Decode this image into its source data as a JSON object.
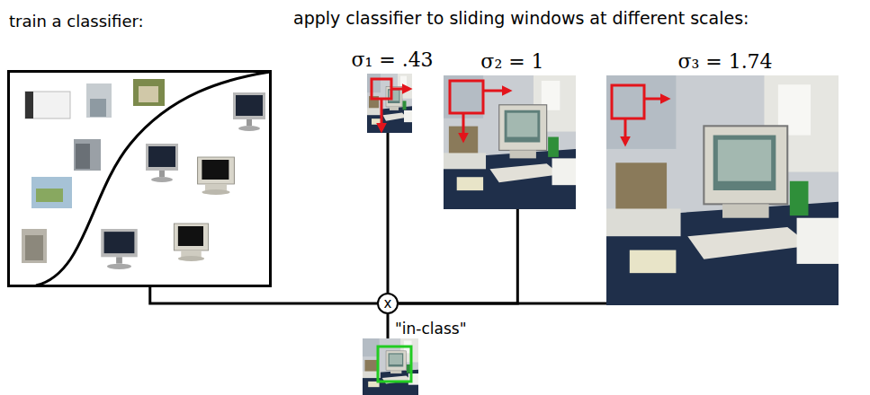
{
  "diagram": {
    "nodes": [
      {
        "text": [
          "train a classifier:"
        ]
      },
      {
        "text": [
          "σ₁ = .43"
        ]
      },
      {
        "text": [
          "σ₂ = 1"
        ]
      },
      {
        "text": [
          "σ₃ = 1.74"
        ]
      },
      {
        "text": [
          "x"
        ]
      },
      {
        "text": [
          "\"in-class\""
        ]
      }
    ],
    "edges": [
      {
        "from": 0,
        "to": 4,
        "arrow": "none"
      },
      {
        "from": 1,
        "to": 4,
        "arrow": "none"
      },
      {
        "from": 2,
        "to": 4,
        "arrow": "none"
      },
      {
        "from": 3,
        "to": 4,
        "arrow": "none"
      },
      {
        "from": 4,
        "to": 5,
        "arrow": "none"
      }
    ],
    "labels": [
      "apply classifier to sliding windows at different scales:"
    ]
  }
}
